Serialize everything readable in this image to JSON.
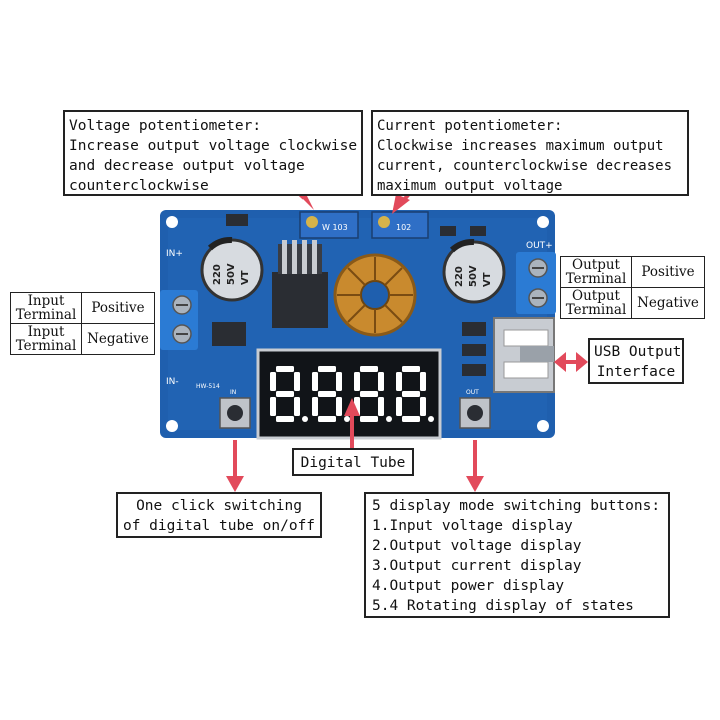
{
  "callouts": {
    "voltage_pot": {
      "lines": [
        "Voltage potentiometer:",
        "Increase output voltage clockwise",
        "and decrease output voltage",
        "counterclockwise"
      ]
    },
    "current_pot": {
      "lines": [
        "Current potentiometer:",
        "Clockwise increases maximum output",
        "current, counterclockwise decreases",
        "maximum output voltage"
      ]
    },
    "digital_tube": {
      "label": "Digital Tube"
    },
    "usb": {
      "lines": [
        "USB Output",
        "Interface"
      ]
    },
    "one_click": {
      "lines": [
        "One click switching",
        "of digital tube on/off"
      ]
    },
    "modes": {
      "lines": [
        "5 display mode switching buttons:",
        "1.Input voltage display",
        "2.Output voltage display",
        "3.Output current display",
        "4.Output power display",
        "5.4 Rotating display of states"
      ]
    }
  },
  "input_table": {
    "rows": [
      {
        "terminal": "Input Terminal",
        "polarity": "Positive"
      },
      {
        "terminal": "Input Terminal",
        "polarity": "Negative"
      }
    ]
  },
  "output_table": {
    "rows": [
      {
        "terminal": "Output Terminal",
        "polarity": "Positive"
      },
      {
        "terminal": "Output Terminal",
        "polarity": "Negative"
      }
    ]
  },
  "board": {
    "labels": {
      "in_plus": "IN+",
      "in_minus": "IN-",
      "out_plus": "OUT+",
      "cap_left": [
        "220",
        "50V",
        "VT"
      ],
      "cap_right": [
        "220",
        "50V",
        "VT"
      ],
      "pot_left": "W 103",
      "pot_right": "102",
      "model": "HW-514",
      "btn_in": "IN",
      "btn_out": "OUT"
    },
    "display_digits": "8888",
    "colors": {
      "pcb": "#1f5fae",
      "pcb_dark": "#184c8c",
      "arrow": "#e24a5b",
      "display": "#111418"
    }
  }
}
